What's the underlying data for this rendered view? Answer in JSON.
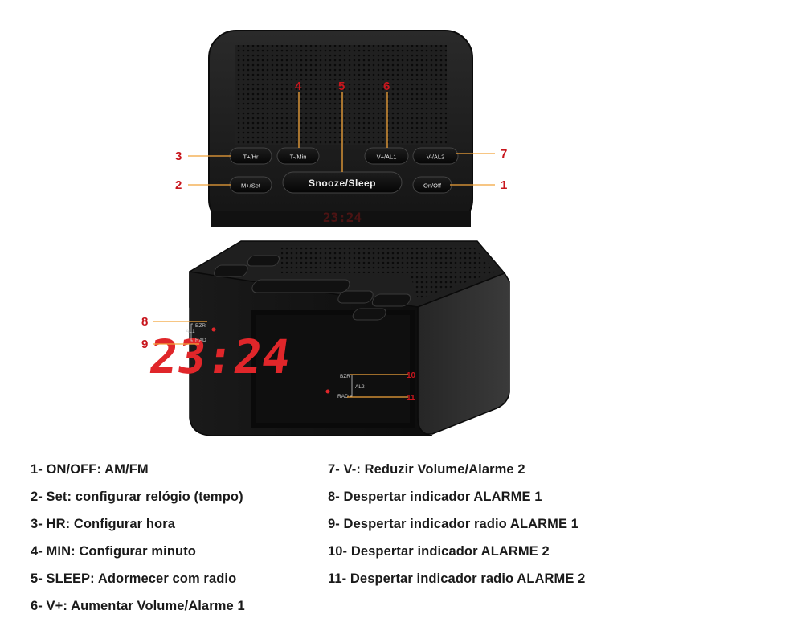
{
  "top_view": {
    "buttons": {
      "t_hr": "T+/Hr",
      "t_min": "T-/Min",
      "v_al1": "V+/AL1",
      "v_al2": "V-/AL2",
      "m_set": "M+/Set",
      "snooze": "Snooze/Sleep",
      "onoff": "On/Off"
    },
    "callouts": [
      "1",
      "2",
      "3",
      "4",
      "5",
      "6",
      "7"
    ],
    "display_time": "23:24"
  },
  "front_view": {
    "display_time": "23:24",
    "left_labels": {
      "al": "AL1",
      "buzzer": "BZR",
      "radio": "RAD"
    },
    "right_labels": {
      "al": "AL2",
      "buzzer": "BZR",
      "radio": "RAD"
    },
    "callouts": [
      "8",
      "9",
      "10",
      "11"
    ]
  },
  "colors": {
    "accent_red": "#c8161d",
    "device_body": "#1b1b1b",
    "callout_line": "#f2a33a"
  },
  "legend": {
    "left": [
      "1- ON/OFF: AM/FM",
      "2- Set: configurar relógio (tempo)",
      "3- HR: Configurar hora",
      "4- MIN: Configurar minuto",
      "5- SLEEP: Adormecer com radio",
      "6- V+: Aumentar Volume/Alarme 1"
    ],
    "right": [
      "7- V-: Reduzir Volume/Alarme 2",
      "8- Despertar indicador ALARME 1",
      "9- Despertar indicador radio ALARME 1",
      "10- Despertar indicador ALARME 2",
      "11- Despertar indicador radio ALARME 2"
    ]
  }
}
